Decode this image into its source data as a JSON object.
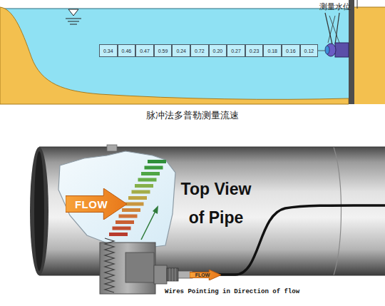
{
  "diagram": {
    "caption": "脉冲法多普勒测量流速",
    "nodes": [
      {
        "text": [
          "0.34"
        ]
      },
      {
        "text": [
          "0.46"
        ]
      },
      {
        "text": [
          "0.47"
        ]
      },
      {
        "text": [
          "0.59"
        ]
      },
      {
        "text": [
          "0.24"
        ]
      },
      {
        "text": [
          "0.72"
        ]
      },
      {
        "text": [
          "0.20"
        ]
      },
      {
        "text": [
          "0.27"
        ]
      },
      {
        "text": [
          "0.23"
        ]
      },
      {
        "text": [
          "0.18"
        ]
      },
      {
        "text": [
          "0.16"
        ]
      },
      {
        "text": [
          "0.12"
        ]
      },
      {
        "text": [
          "FLOW"
        ]
      },
      {
        "text": [
          "FLOW"
        ]
      }
    ],
    "edges": [],
    "labels": [
      "测量水位",
      "Top View of Pipe",
      "Wires Pointing in Direction of flow"
    ]
  }
}
